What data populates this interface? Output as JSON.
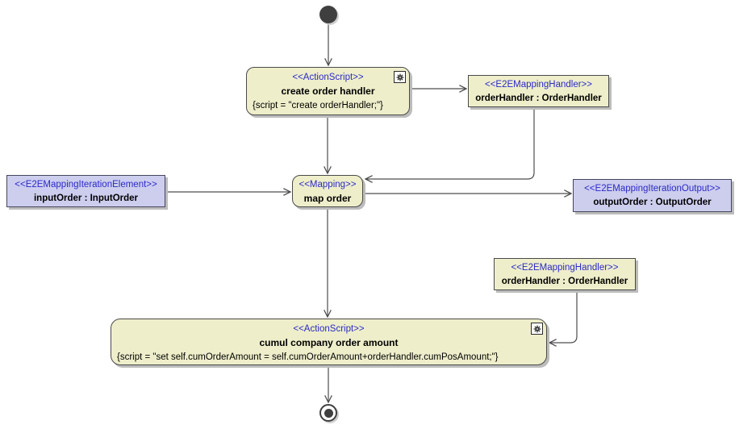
{
  "colors": {
    "canvas_bg": "#ffffff",
    "action_fill": "#eeeecb",
    "action_border": "#4a4a4a",
    "object_fill": "#cdcdee",
    "object_border": "#45455c",
    "stereotype_text": "#2a2ac8",
    "edge": "#4d4d4d",
    "shadow": "#bcbcbc",
    "shadow_light": "#cfcfcf",
    "initial_node": "#3f3f3f"
  },
  "nodes": {
    "create_action": {
      "stereotype": "<<ActionScript>>",
      "name": "create order handler",
      "script": "{script = \"create orderHandler;\"}"
    },
    "order_handler_top": {
      "stereotype": "<<E2EMappingHandler>>",
      "name": "orderHandler : OrderHandler"
    },
    "input_order": {
      "stereotype": "<<E2EMappingIterationElement>>",
      "name": "inputOrder : InputOrder"
    },
    "map_order": {
      "stereotype": "<<Mapping>>",
      "name": "map order"
    },
    "output_order": {
      "stereotype": "<<E2EMappingIterationOutput>>",
      "name": "outputOrder : OutputOrder"
    },
    "order_handler_bottom": {
      "stereotype": "<<E2EMappingHandler>>",
      "name": "orderHandler : OrderHandler"
    },
    "cumul_action": {
      "stereotype": "<<ActionScript>>",
      "name": "cumul company order amount",
      "script": "{script = \"set self.cumOrderAmount = self.cumOrderAmount+orderHandler.cumPosAmount;\"}"
    }
  }
}
